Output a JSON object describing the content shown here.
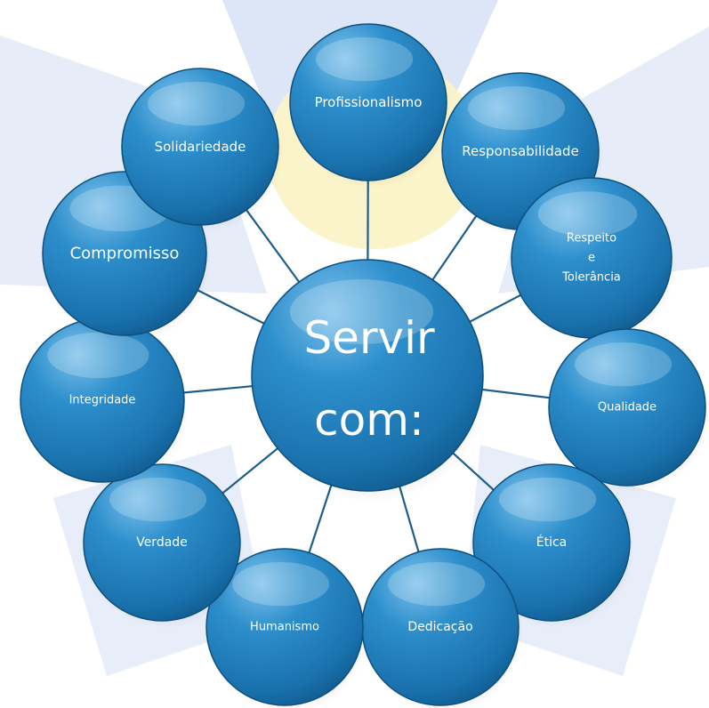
{
  "center": {
    "lines": [
      "Servir",
      "com:"
    ]
  },
  "values": [
    {
      "lines": [
        "Profissionalismo"
      ]
    },
    {
      "lines": [
        "Responsabilidade"
      ]
    },
    {
      "lines": [
        "Respeito",
        "e",
        "Tolerância"
      ]
    },
    {
      "lines": [
        "Qualidade"
      ]
    },
    {
      "lines": [
        "Ética"
      ]
    },
    {
      "lines": [
        "Dedicação"
      ]
    },
    {
      "lines": [
        "Humanismo"
      ]
    },
    {
      "lines": [
        "Verdade"
      ]
    },
    {
      "lines": [
        "Integridade"
      ]
    },
    {
      "lines": [
        "Compromisso"
      ]
    },
    {
      "lines": [
        "Solidariedade"
      ]
    }
  ],
  "colors": {
    "circle_fill": "#1f7ab4",
    "circle_highlight": "#6fb3df",
    "circle_edge": "#0d4f7e",
    "connector": "#1b5e8c",
    "text": "#ffffff",
    "watermark_blue": "#dde6f6",
    "watermark_yellow": "#fdf7d6"
  }
}
